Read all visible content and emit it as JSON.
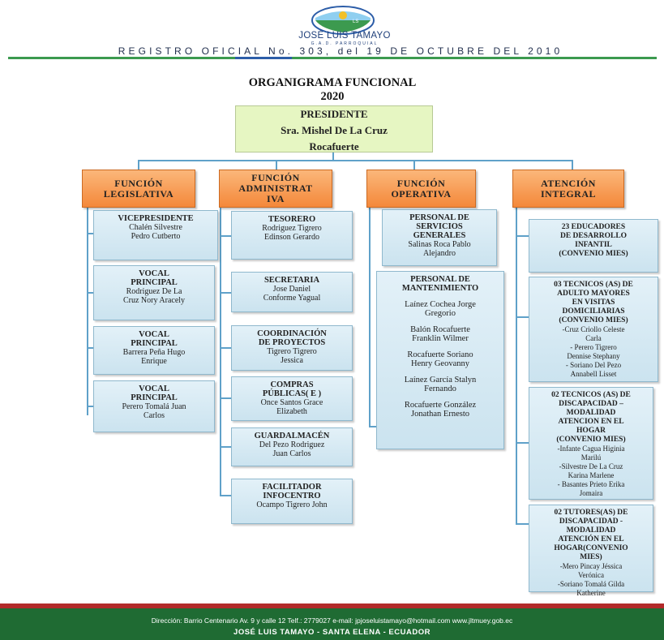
{
  "header": {
    "org_name": "JOSÉ LUIS TAMAYO",
    "org_subtitle": "G.A.D. PARROQUIAL",
    "registry": "REGISTRO OFICIAL No. 303, del 19 DE OCTUBRE DEL 2010",
    "logo_text": "LS"
  },
  "title": {
    "line1": "ORGANIGRAMA FUNCIONAL",
    "line2": "2020"
  },
  "president": {
    "role": "PRESIDENTE",
    "name_line1": "Sra. Mishel De La Cruz",
    "name_line2": "Rocafuerte"
  },
  "functions": {
    "legislative": {
      "l1": "FUNCIÓN",
      "l2": "LEGISLATIVA"
    },
    "administrative": {
      "l1": "FUNCIÓN",
      "l2": "ADMINISTRAT",
      "l3": "IVA"
    },
    "operative": {
      "l1": "FUNCIÓN",
      "l2": "OPERATIVA"
    },
    "integral": {
      "l1": "ATENCIÓN",
      "l2": "INTEGRAL"
    }
  },
  "legislative": [
    {
      "title": [
        "VICEPRESIDENTE"
      ],
      "names": [
        "Chalén Silvestre",
        "Pedro Cutberto"
      ]
    },
    {
      "title": [
        "VOCAL",
        "PRINCIPAL"
      ],
      "names": [
        "Rodriguez De La",
        "Cruz Nory Aracely"
      ]
    },
    {
      "title": [
        "VOCAL",
        "PRINCIPAL"
      ],
      "names": [
        "Barrera Peña Hugo",
        "Enrique"
      ]
    },
    {
      "title": [
        "VOCAL",
        "PRINCIPAL"
      ],
      "names": [
        "Perero Tomalá Juan",
        "Carlos"
      ]
    }
  ],
  "administrative": [
    {
      "title": [
        "TESORERO"
      ],
      "names": [
        "Rodriguez Tigrero",
        "Edinson Gerardo"
      ]
    },
    {
      "title": [
        "SECRETARIA"
      ],
      "names": [
        "Jose Daniel",
        "Conforme Yagual"
      ]
    },
    {
      "title": [
        "COORDINACIÓN",
        "DE PROYECTOS"
      ],
      "names": [
        "Tigrero Tigrero",
        "Jessica"
      ]
    },
    {
      "title": [
        "COMPRAS",
        "PÚBLICAS( E )"
      ],
      "names": [
        "Once Santos Grace",
        "Elizabeth"
      ]
    },
    {
      "title": [
        "GUARDALMACÉN"
      ],
      "names": [
        "Del Pezo Rodriguez",
        "Juan Carlos"
      ]
    },
    {
      "title": [
        "FACILITADOR",
        "INFOCENTRO"
      ],
      "names": [
        "Ocampo Tigrero John"
      ]
    }
  ],
  "operative": [
    {
      "title": [
        "PERSONAL DE",
        "SERVICIOS",
        "GENERALES"
      ],
      "names": [
        "Salinas Roca Pablo",
        "Alejandro"
      ]
    },
    {
      "title": [
        "PERSONAL DE",
        "MANTENIMIENTO"
      ],
      "names": [
        "Laínez Cochea Jorge",
        "Gregorio",
        "Balón Rocafuerte",
        "Franklin Wilmer",
        "Rocafuerte Soriano",
        "Henry Geovanny",
        "Laínez García Stalyn",
        "Fernando",
        "Rocafuerte González",
        "Jonathan Ernesto"
      ]
    }
  ],
  "integral": [
    {
      "title": [
        "23 EDUCADORES",
        "DE DESARROLLO",
        "INFANTIL",
        "(CONVENIO MIES)"
      ],
      "names": []
    },
    {
      "title": [
        "03 TECNICOS (AS) DE",
        "ADULTO MAYORES",
        "EN VISITAS",
        "DOMICILIARIAS",
        "(CONVENIO MIES)"
      ],
      "names": [
        "-Cruz Criollo Celeste",
        "Carla",
        "- Perero Tigrero",
        "Dennise Stephany",
        "- Soriano Del Pezo",
        "Annabell Lisset"
      ]
    },
    {
      "title": [
        "02 TECNICOS (AS) DE",
        "DISCAPACIDAD –",
        "MODALIDAD",
        "ATENCION EN EL",
        "HOGAR",
        "(CONVENIO MIES)"
      ],
      "names": [
        "-Infante Cagua Higinia",
        "Marilú",
        "-Silvestre De La Cruz",
        "Karina Marlene",
        "- Basantes Prieto Erika",
        "Jomaira"
      ]
    },
    {
      "title": [
        "02 TUTORES(AS) DE",
        "DISCAPACIDAD -",
        "MODALIDAD",
        "ATENCIÓN EN EL",
        "HOGAR(CONVENIO",
        "MIES)"
      ],
      "names": [
        "-Mero Pincay Jéssica",
        "Verónica",
        "-Soriano Tomalá Gilda",
        "Katherine"
      ]
    }
  ],
  "footer": {
    "address": "Dirección: Barrio Centenario Av. 9 y calle 12  Telf.: 2779027     e-mail: jpjoseluistamayo@hotmail.com     www.jltmuey.gob.ec",
    "place": "JOSÉ LUIS TAMAYO - SANTA ELENA - ECUADOR"
  },
  "colors": {
    "function_orange": "#f4883a",
    "president_green": "#e6f6c2",
    "box_blue": "#cbe3ef",
    "footer_green": "#1f6b33",
    "footer_red": "#b22a2a"
  }
}
